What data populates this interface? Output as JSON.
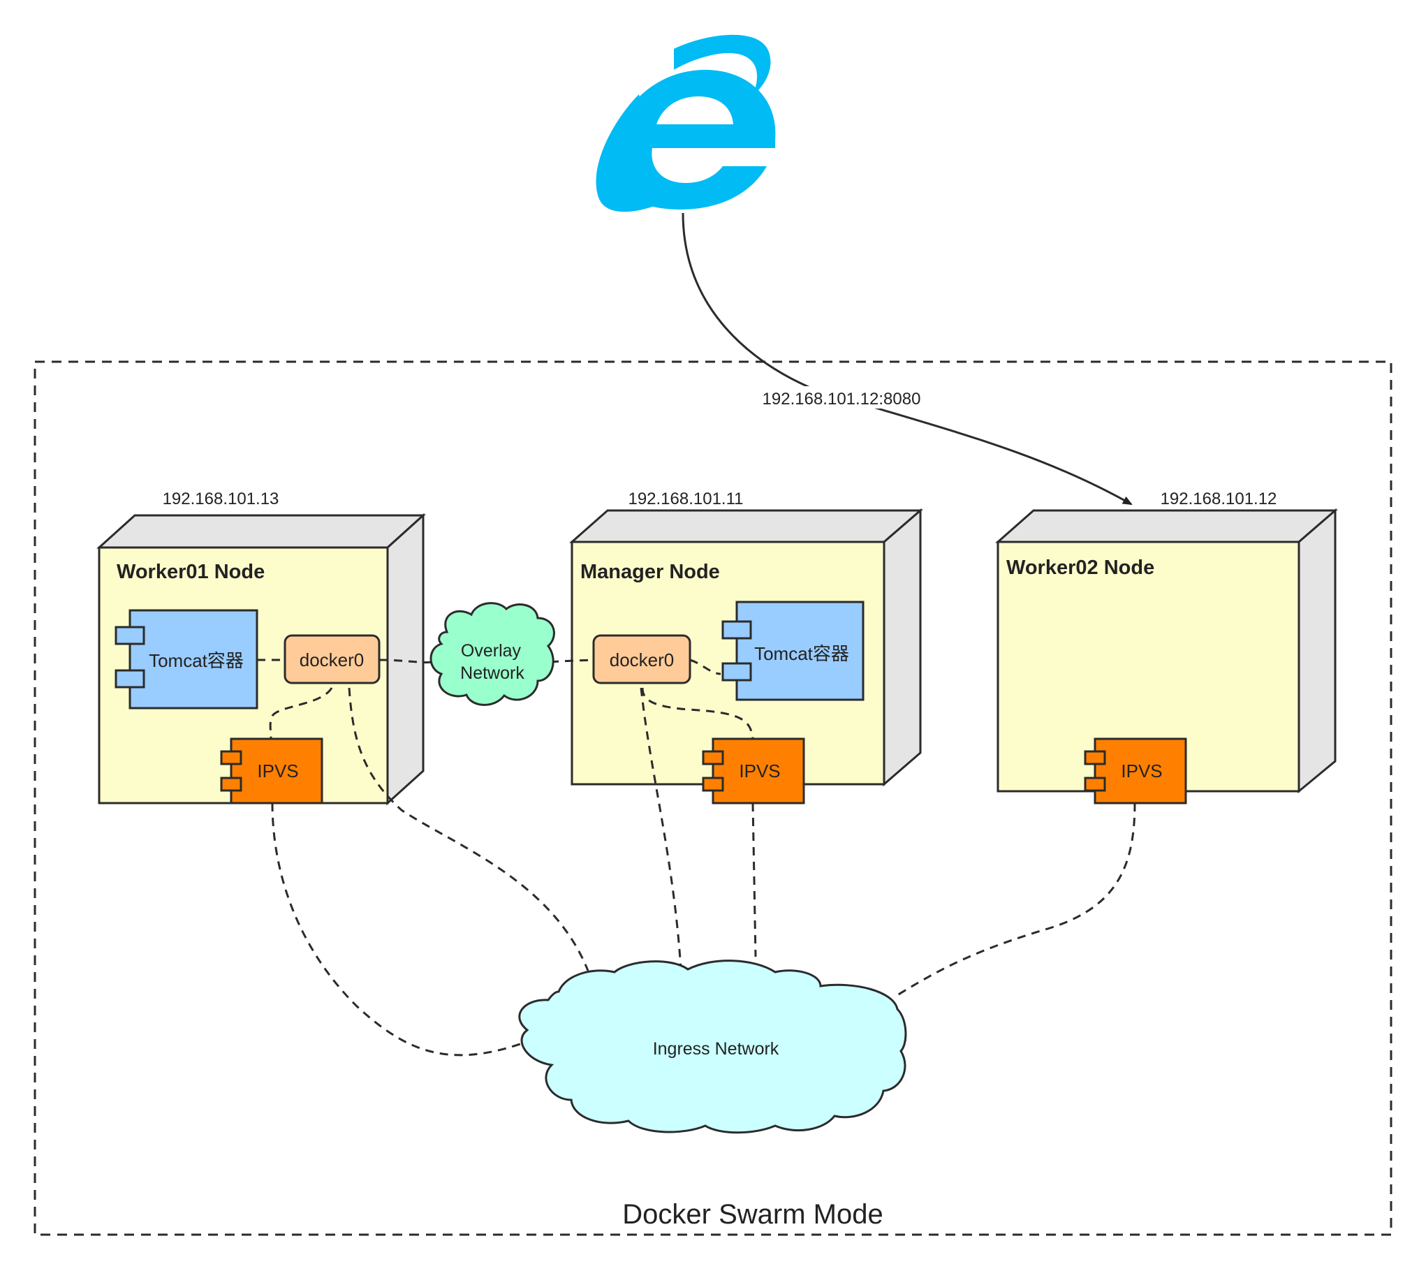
{
  "browser": {
    "icon": "internet-explorer-icon"
  },
  "request_label": "192.168.101.12:8080",
  "swarm": {
    "title": "Docker Swarm Mode"
  },
  "nodes": {
    "worker01": {
      "ip": "192.168.101.13",
      "title": "Worker01 Node",
      "tomcat": "Tomcat容器",
      "docker0": "docker0",
      "ipvs": "IPVS"
    },
    "manager": {
      "ip": "192.168.101.11",
      "title": "Manager Node",
      "tomcat": "Tomcat容器",
      "docker0": "docker0",
      "ipvs": "IPVS"
    },
    "worker02": {
      "ip": "192.168.101.12",
      "title": "Worker02 Node",
      "ipvs": "IPVS"
    }
  },
  "networks": {
    "overlay_line1": "Overlay",
    "overlay_line2": "Network",
    "ingress": "Ingress Network"
  },
  "colors": {
    "node_face": "#fdfdcc",
    "node_side": "#e5e5e5",
    "tomcat": "#99ccff",
    "docker0": "#ffcc99",
    "ipvs": "#ff8000",
    "overlay_cloud": "#99ffcc",
    "ingress_cloud": "#ccffff",
    "ie_blue": "#00bbf4"
  }
}
